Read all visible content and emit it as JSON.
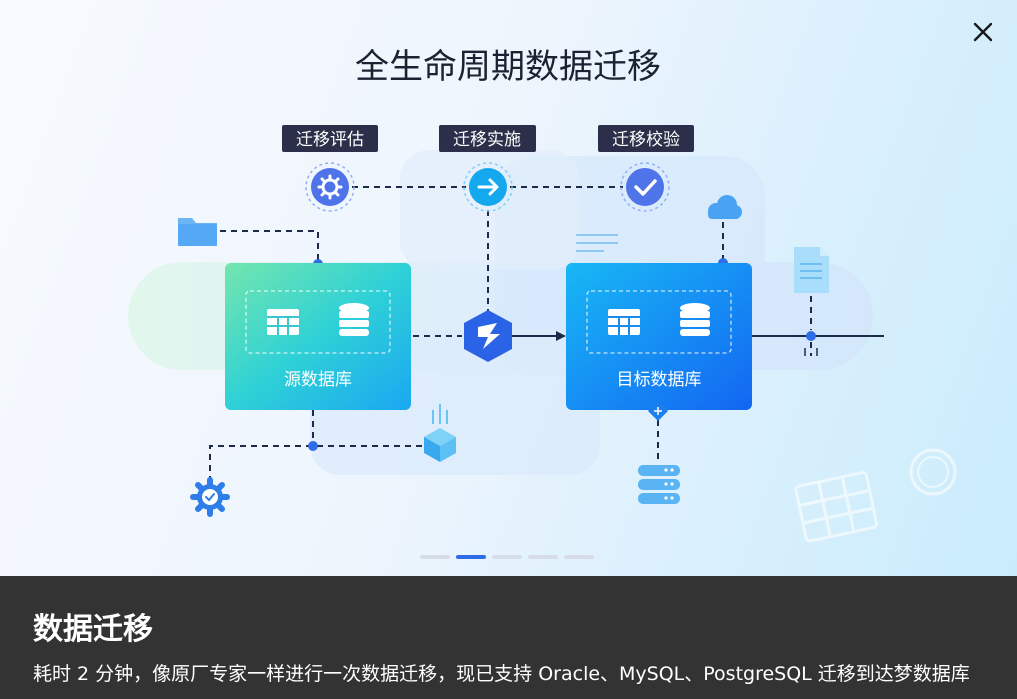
{
  "hero": {
    "title": "全生命周期数据迁移",
    "steps": [
      "迁移评估",
      "迁移实施",
      "迁移校验"
    ],
    "source_label": "源数据库",
    "target_label": "目标数据库"
  },
  "carousel": {
    "count": 5,
    "active_index": 1
  },
  "caption": {
    "title": "数据迁移",
    "description": "耗时 2 分钟，像原厂专家一样进行一次数据迁移，现已支持 Oracle、MySQL、PostgreSQL 迁移到达梦数据库"
  },
  "colors": {
    "accent": "#2f6de8",
    "caption_bg": "#333333",
    "step_tag_bg": "#2b2f4a"
  }
}
